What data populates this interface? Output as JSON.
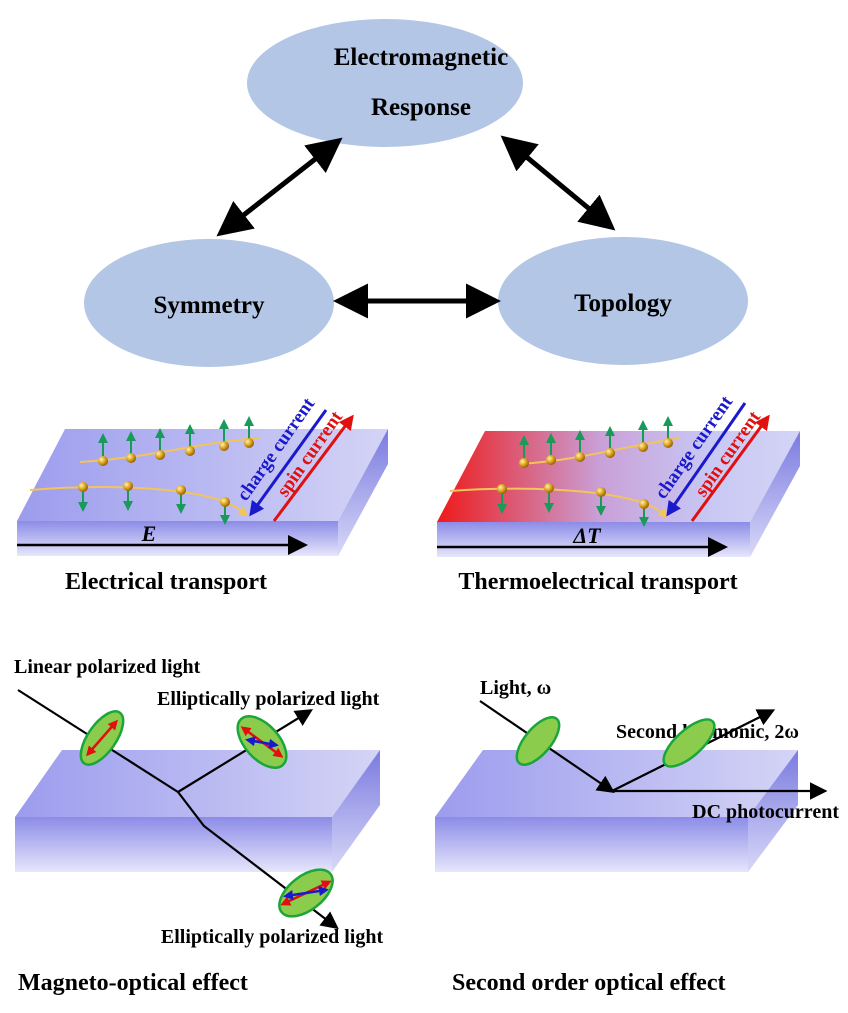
{
  "nodes": {
    "em_line1": "Electromagnetic",
    "em_line2": "Response",
    "symmetry": "Symmetry",
    "topology": "Topology"
  },
  "transport": {
    "electrical": {
      "charge_current": "charge current",
      "spin_current": "spin current",
      "field_symbol": "E",
      "caption": "Electrical transport"
    },
    "thermo": {
      "charge_current": "charge current",
      "spin_current": "spin current",
      "field_symbol": "ΔT",
      "caption": "Thermoelectrical transport"
    }
  },
  "optics": {
    "magneto": {
      "incident": "Linear polarized light",
      "reflected": "Elliptically polarized light",
      "transmitted": "Elliptically polarized light",
      "caption": "Magneto-optical effect"
    },
    "second_order": {
      "incident": "Light,  ω",
      "harmonic": "Second harmonic,  2ω",
      "dc": "DC photocurrent",
      "caption": "Second order optical effect"
    }
  },
  "colors": {
    "ellipse_fill": "#b3c6e6",
    "slab_top": "#c8c8f4",
    "slab_side": "#8a8ae8",
    "charge_current": "#1a1acc",
    "spin_current": "#e01010",
    "heat": "#ee1a1a",
    "spin_arrow": "#1a9a5a",
    "electron": "#d9a21a",
    "trajectory": "#f2c45a",
    "polarization_ellipse": "#8ccc4c"
  }
}
